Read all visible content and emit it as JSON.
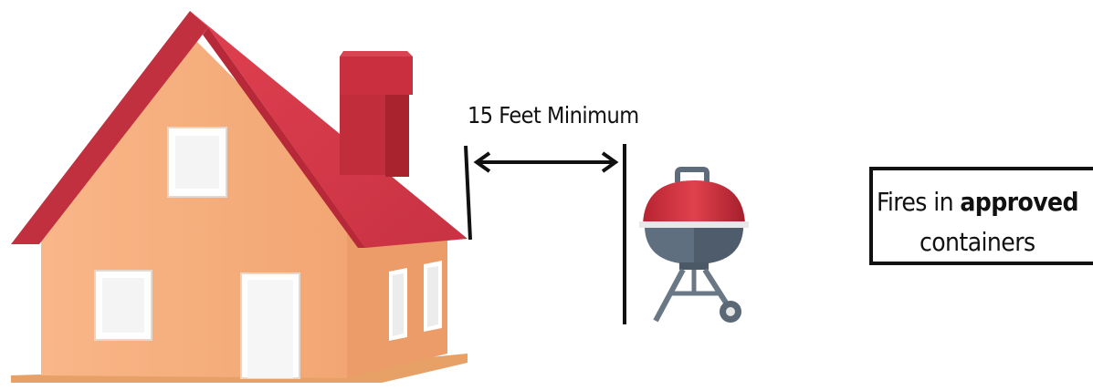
{
  "diagram": {
    "distance_label": "15 Feet Minimum",
    "note": {
      "prefix": "Fires in ",
      "emphasis": "approved",
      "line2": "containers"
    }
  },
  "colors": {
    "roof": "#d33a48",
    "wall": "#f5ae7d",
    "window": "#ffffff",
    "grill_lid": "#d8343f",
    "grill_body": "#5f6f80",
    "line": "#111111"
  },
  "icons": [
    "house-icon",
    "grill-icon",
    "double-arrow-icon"
  ]
}
